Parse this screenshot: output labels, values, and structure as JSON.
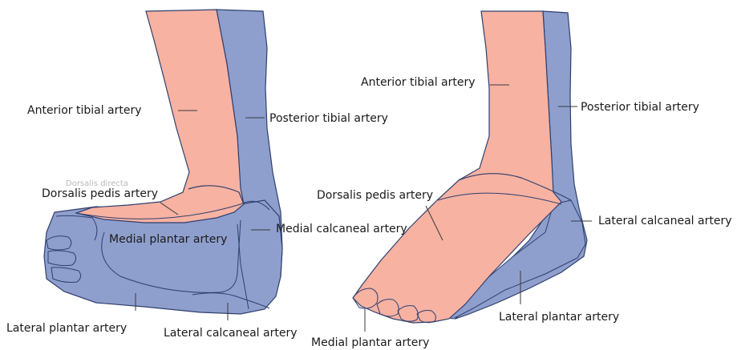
{
  "colors": {
    "anterior_region": "#f7b2a2",
    "posterior_region": "#8f9fcd",
    "outline": "#2f3f6e",
    "leader": "#3a3a3a",
    "text": "#1a1a1a"
  },
  "left_foot": {
    "labels": {
      "anterior_tibial": "Anterior tibial artery",
      "posterior_tibial": "Posterior tibial artery",
      "ghost_text": "Dorsalis directa",
      "dorsalis_pedis": "Dorsalis pedis artery",
      "medial_plantar": "Medial plantar artery",
      "medial_calcaneal": "Medial calcaneal artery",
      "lateral_plantar": "Lateral plantar artery",
      "lateral_calcaneal": "Lateral calcaneal artery"
    }
  },
  "right_foot": {
    "labels": {
      "anterior_tibial": "Anterior tibial artery",
      "posterior_tibial": "Posterior tibial artery",
      "dorsalis_pedis": "Dorsalis pedis artery",
      "lateral_calcaneal": "Lateral calcaneal artery",
      "lateral_plantar": "Lateral plantar artery",
      "medial_plantar": "Medial plantar artery"
    }
  }
}
